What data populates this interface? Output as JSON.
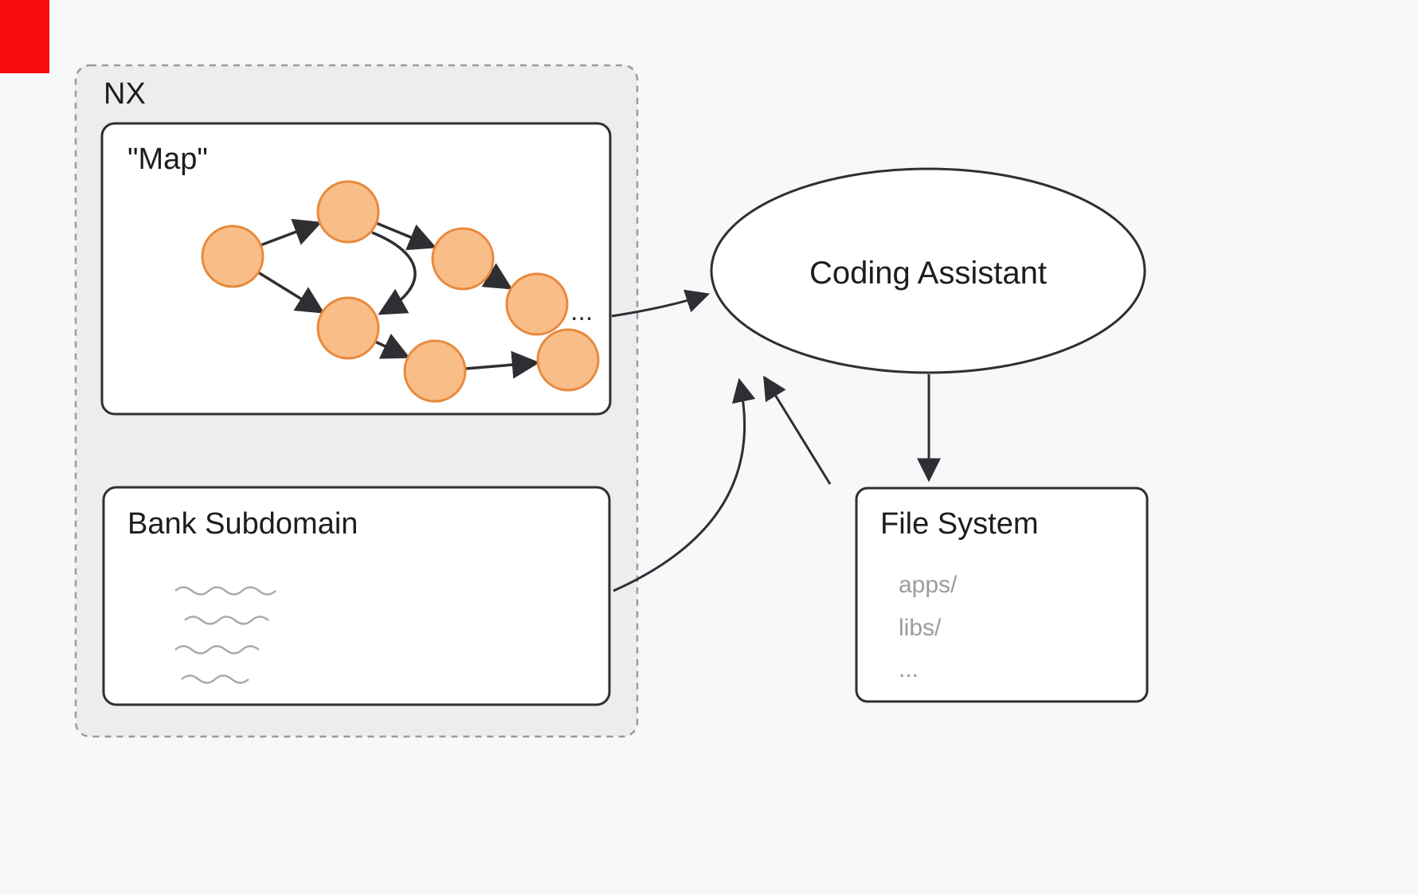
{
  "diagram": {
    "nx": {
      "label": "NX"
    },
    "map": {
      "label": "\"Map\"",
      "ellipsis": "..."
    },
    "bank_subdomain": {
      "label": "Bank Subdomain"
    },
    "coding_assistant": {
      "label": "Coding Assistant"
    },
    "file_system": {
      "title": "File System",
      "items": [
        "apps/",
        "libs/",
        "..."
      ]
    },
    "colors": {
      "background": "#f7f8fa",
      "nx_fill": "#ededef",
      "nx_border": "#9a9aa0",
      "box_fill": "#ffffff",
      "box_border": "#2f2f33",
      "node_fill": "#f9bd88",
      "node_border": "#e8893c",
      "arrow": "#2f2f33",
      "muted_text": "#9b9ba1",
      "red_marker": "#f80d0d"
    }
  }
}
